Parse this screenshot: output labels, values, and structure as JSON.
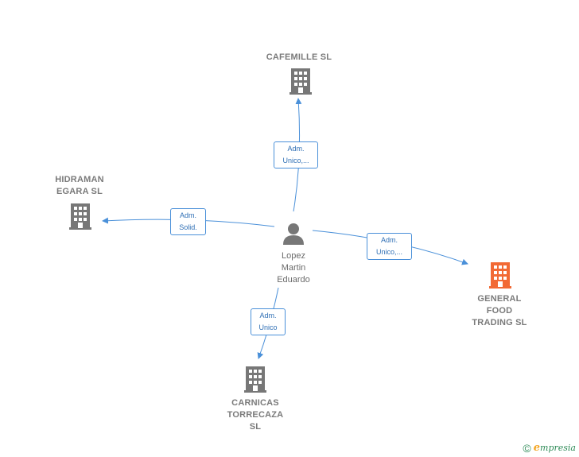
{
  "center": {
    "name": "Lopez\nMartin\nEduardo"
  },
  "companies": {
    "cafemille": {
      "name": "CAFEMILLE  SL"
    },
    "hidraman": {
      "name": "HIDRAMAN\nEGARA  SL"
    },
    "general_food": {
      "name": "GENERAL\nFOOD\nTRADING  SL"
    },
    "carnicas": {
      "name": "CARNICAS\nTORRECAZA\nSL"
    }
  },
  "edges": {
    "to_cafemille": "Adm.\nUnico,...",
    "to_hidraman": "Adm.\nSolid.",
    "to_general_food": "Adm.\nUnico,...",
    "to_carnicas": "Adm.\nUnico"
  },
  "colors": {
    "edge": "#4a90d9",
    "building": "#777777",
    "main_building": "#f26a35",
    "person": "#777777"
  },
  "footer": {
    "copyright": "©",
    "brand_e": "e",
    "brand_rest": "mpresia"
  }
}
